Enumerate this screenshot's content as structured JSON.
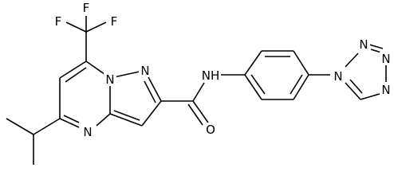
{
  "molecule": {
    "atoms": {
      "F1": "F",
      "F2": "F",
      "F3": "F",
      "N_bridge": "N",
      "N_pyrazole": "N",
      "N_pyrimidine": "N",
      "N_amide": "NH",
      "O_carbonyl": "O",
      "N_tz1": "N",
      "N_tz2": "N",
      "N_tz3": "N",
      "N_tz4": "N"
    }
  },
  "colors": {
    "bond": "#000000",
    "label": "#000000",
    "background": "#ffffff"
  }
}
